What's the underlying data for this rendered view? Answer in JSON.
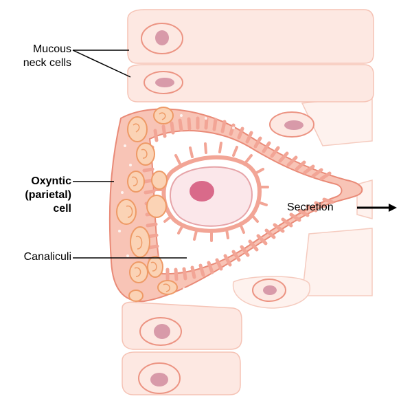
{
  "labels": {
    "mucous_line1": "Mucous",
    "mucous_line2": "neck cells",
    "oxyntic_line1": "Oxyntic",
    "oxyntic_line2": "(parietal)",
    "oxyntic_line3": "cell",
    "canaliculi": "Canaliculi",
    "secretion": "Secretion"
  },
  "colors": {
    "cell_fill": "#fde6e0",
    "cell_stroke": "#f5b8a8",
    "parietal_fill": "#f8bcae",
    "parietal_stroke": "#e98a77",
    "nucleus": "#d4899c",
    "nucleolus": "#d96a8a",
    "mitochondria": "#f6b98a",
    "line": "#000000"
  }
}
